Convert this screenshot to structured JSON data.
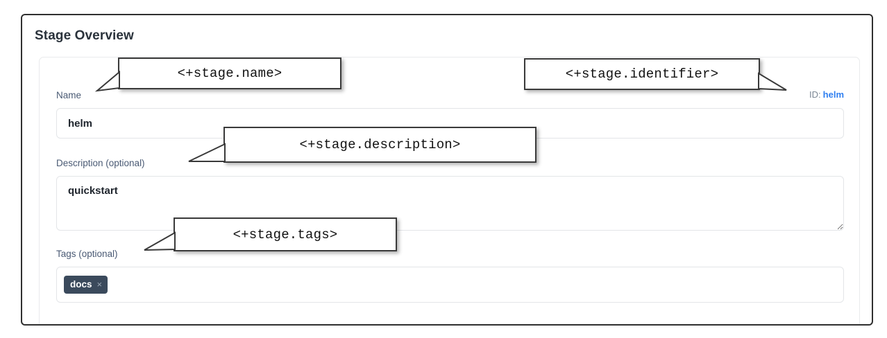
{
  "page": {
    "title": "Stage Overview"
  },
  "form": {
    "name_field": {
      "label": "Name",
      "value": "helm",
      "placeholder": ""
    },
    "identifier": {
      "key": "ID:",
      "value": "helm"
    },
    "description_field": {
      "label": "Description (optional)",
      "value": "quickstart",
      "placeholder": ""
    },
    "tags_field": {
      "label": "Tags (optional)",
      "tags": [
        {
          "label": "docs",
          "remove_glyph": "×"
        }
      ],
      "placeholder": ""
    }
  },
  "callouts": [
    {
      "id": "stage-name",
      "text": "<+stage.name>"
    },
    {
      "id": "stage-identifier",
      "text": "<+stage.identifier>"
    },
    {
      "id": "stage-description",
      "text": "<+stage.description>"
    },
    {
      "id": "stage-tags",
      "text": "<+stage.tags>"
    }
  ],
  "colors": {
    "frame_border": "#2f2f2f",
    "callout_border": "#3a3a3a",
    "label_text": "#4a5a74",
    "id_link": "#2f7ff0",
    "tag_chip_bg": "#3b4a5c",
    "input_border": "#e3e5e8",
    "title_text": "#2b333c"
  },
  "icons": {
    "textarea_resize": "resize-grip-icon",
    "tag_remove": "close-icon"
  }
}
